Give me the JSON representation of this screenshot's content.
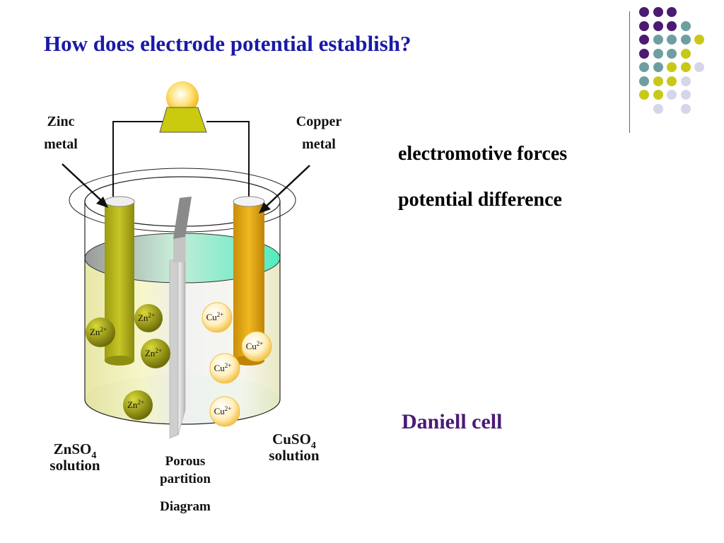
{
  "slide": {
    "title": "How does electrode potential establish?",
    "points": [
      "electromotive forces",
      "potential difference"
    ],
    "cell_name": "Daniell cell"
  },
  "diagram": {
    "labels": {
      "zinc_line1": "Zinc",
      "zinc_line2": "metal",
      "copper_line1": "Copper",
      "copper_line2": "metal",
      "znso4_formula": "ZnSO",
      "cuso4_formula": "CuSO",
      "formula_subscript": "4",
      "solution": "solution",
      "porous_line1": "Porous",
      "porous_line2": "partition",
      "caption": "Diagram"
    },
    "ions": {
      "zinc": {
        "symbol": "Zn",
        "charge": "2+"
      },
      "copper": {
        "symbol": "Cu",
        "charge": "2+"
      }
    }
  },
  "colors": {
    "title": "#1a1aa6",
    "cell_name": "#4b1a73",
    "purple": "#4b1a73",
    "teal": "#6f9ea0",
    "olive": "#c8c818",
    "lavender": "#d6d6ea",
    "zinc_rod": "#a8a816",
    "copper_rod": "#dca012",
    "znso4_solution": "#f4f4b8",
    "cuso4_solution": "#6ae6c4"
  },
  "decorative_dots": [
    [
      "purple",
      "purple",
      "purple",
      null,
      null
    ],
    [
      "purple",
      "purple",
      "purple",
      "teal",
      null
    ],
    [
      "purple",
      "teal",
      "teal",
      "teal",
      "olive"
    ],
    [
      "purple",
      "teal",
      "teal",
      "olive",
      null
    ],
    [
      "teal",
      "teal",
      "olive",
      "olive",
      "lavender"
    ],
    [
      "teal",
      "olive",
      "olive",
      "lavender",
      null
    ],
    [
      "olive",
      "olive",
      "lavender",
      "lavender",
      null
    ],
    [
      null,
      "lavender",
      null,
      "lavender",
      null
    ]
  ]
}
